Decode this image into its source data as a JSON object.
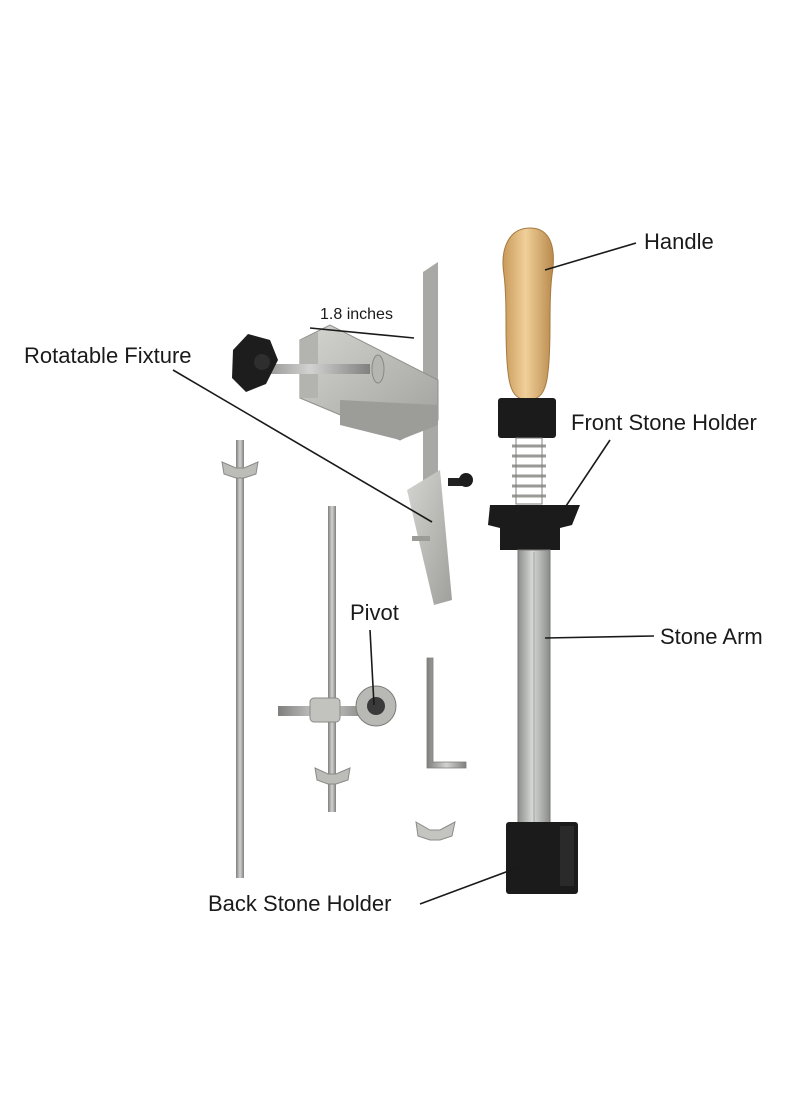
{
  "labels": {
    "handle": "Handle",
    "rotatable_fixture": "Rotatable Fixture",
    "front_stone_holder": "Front Stone Holder",
    "pivot": "Pivot",
    "stone_arm": "Stone Arm",
    "back_stone_holder": "Back Stone Holder",
    "dimension": "1.8 inches"
  },
  "colors": {
    "background": "#ffffff",
    "text": "#1a1a1a",
    "metal": "#b9bbb8",
    "wood": "#e0b679",
    "rubber": "#1b1b1b"
  }
}
